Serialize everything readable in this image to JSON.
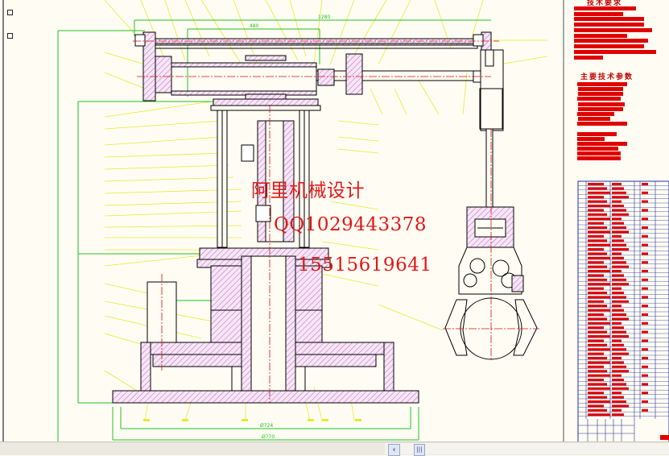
{
  "drawing": {
    "tech_requirements_heading": "技术要求",
    "main_params_heading": "主要技术参数",
    "dimensions": {
      "top_overall": "1280",
      "top_inner": "480",
      "base_inner": "Ø724",
      "base_outer": "Ø770"
    },
    "watermark": {
      "line1": "阿里机械设计",
      "line2": "QQ1029443378",
      "line3": "15515619641"
    }
  },
  "colors": {
    "background": "#fffdf3",
    "outline": "#000000",
    "centerline": "#d01010",
    "dimension": "#20c020",
    "leader": "#e8e830",
    "hatch": "#c060c0",
    "annotation_red": "#e00000"
  },
  "scrollbar": {
    "left_arrow": "‹",
    "thumb": "|||"
  }
}
